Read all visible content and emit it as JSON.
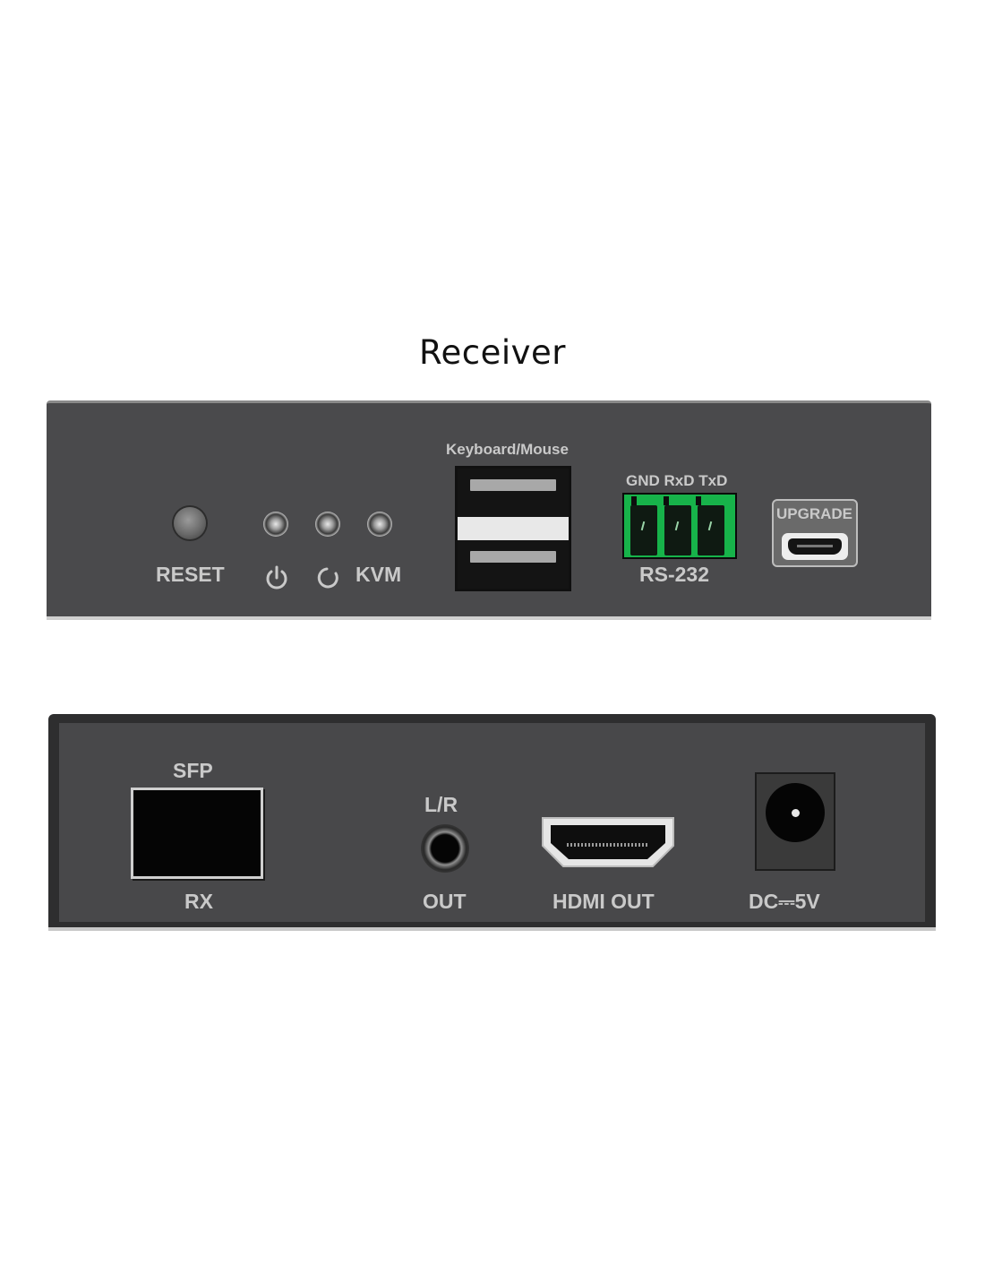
{
  "title": "Receiver",
  "front_panel": {
    "reset_label": "RESET",
    "power_icon": "power-icon",
    "link_icon": "link-refresh-icon",
    "kvm_label": "KVM",
    "usb_label": "Keyboard/Mouse",
    "terminal_pins_label": "GND RxD TxD",
    "rs232_label": "RS-232",
    "upgrade_label": "UPGRADE",
    "terminal_color": "#17b34a"
  },
  "rear_panel": {
    "sfp_label": "SFP",
    "rx_label": "RX",
    "audio_top_label": "L/R",
    "audio_bottom_label": "OUT",
    "hdmi_label": "HDMI OUT",
    "dc_label": "DC⎓5V"
  }
}
